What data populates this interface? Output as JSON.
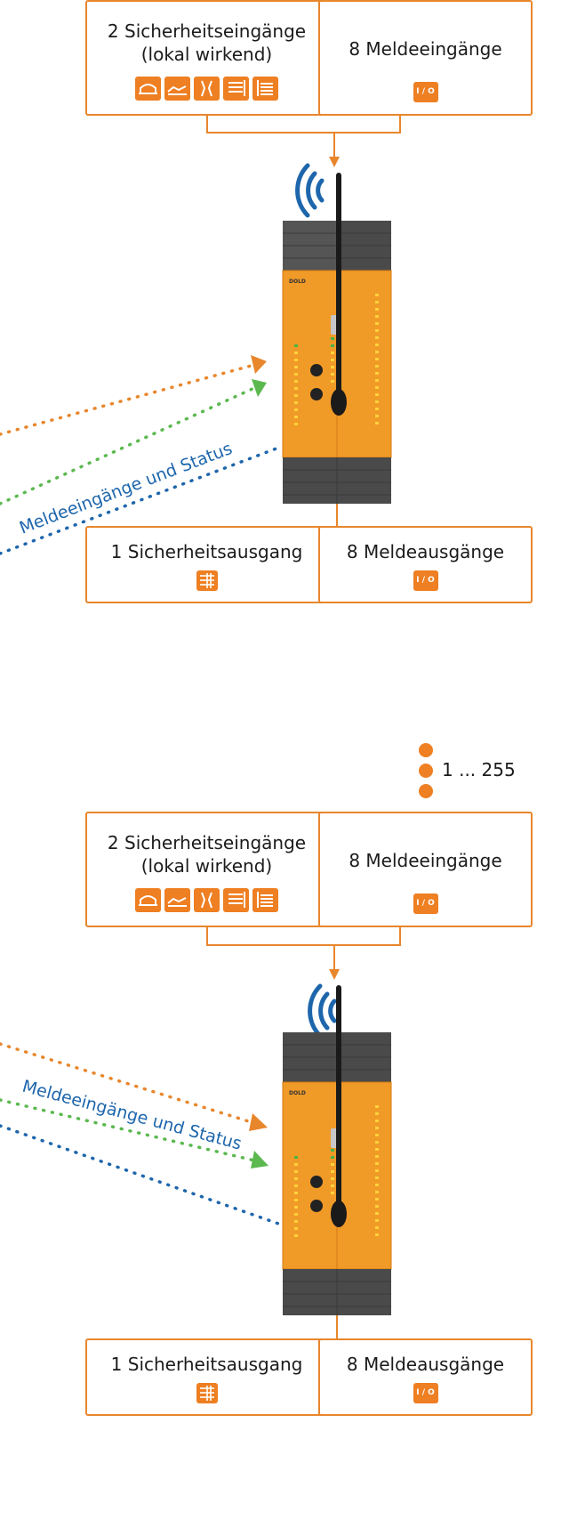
{
  "colors": {
    "orange": "#e8862c",
    "green": "#5bb94f",
    "blue": "#1e66ac",
    "device_body": "#f09a28",
    "device_dark": "#3a3a3a"
  },
  "unit_top": {
    "safety_inputs": {
      "line1": "2 Sicherheitseingänge",
      "line2": "(lokal wirkend)"
    },
    "signal_inputs": {
      "label": "8 Meldeeingänge",
      "io": "I / O"
    },
    "safety_output": {
      "label": "1 Sicherheitsausgang"
    },
    "signal_outputs": {
      "label": "8 Meldeausgänge",
      "io": "I / O"
    },
    "status_label": "Meldeeingänge und Status"
  },
  "unit_bottom": {
    "safety_inputs": {
      "line1": "2 Sicherheitseingänge",
      "line2": "(lokal wirkend)"
    },
    "signal_inputs": {
      "label": "8 Meldeeingänge",
      "io": "I / O"
    },
    "safety_output": {
      "label": "1 Sicherheitsausgang"
    },
    "signal_outputs": {
      "label": "8 Meldeausgänge",
      "io": "I / O"
    },
    "status_label": "Meldeeingänge und Status"
  },
  "count_label": "1 ... 255",
  "device_brand": "DOLD"
}
